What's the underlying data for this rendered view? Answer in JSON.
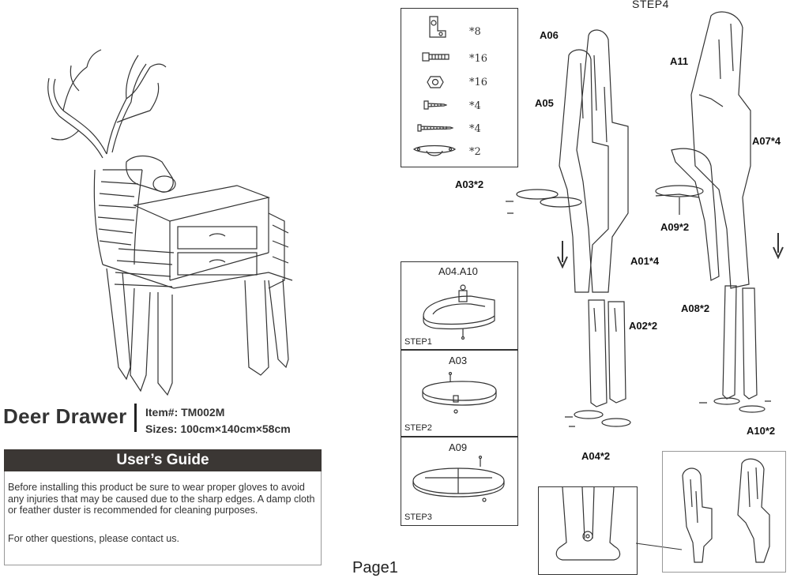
{
  "product": {
    "name": "Deer Drawer",
    "item_line": "Item#: TM002M",
    "sizes_line": "Sizes: 100cm×140cm×58cm"
  },
  "guide": {
    "heading": "User’s Guide",
    "paragraph_1": "Before installing this product be sure to wear proper gloves to avoid any injuries that may be caused due to the sharp edges. A damp cloth or feather duster is recommended for cleaning purposes.",
    "paragraph_2_prefix": "For other questions, please ",
    "contact_link": "contact us",
    "paragraph_2_suffix": "."
  },
  "hardware": [
    {
      "qty": "*8",
      "icon": "l-bracket-icon"
    },
    {
      "qty": "*16",
      "icon": "bolt-icon"
    },
    {
      "qty": "*16",
      "icon": "hex-nut-icon"
    },
    {
      "qty": "*4",
      "icon": "wood-screw-icon"
    },
    {
      "qty": "*4",
      "icon": "long-screw-icon"
    },
    {
      "qty": "*2",
      "icon": "drawer-handle-icon"
    }
  ],
  "steps": [
    {
      "title": "A04.A10",
      "label": "STEP1"
    },
    {
      "title": "A03",
      "label": "STEP2"
    },
    {
      "title": "A09",
      "label": "STEP3"
    }
  ],
  "step4": {
    "title": "STEP4",
    "parts": [
      "A06",
      "A05",
      "A11",
      "A07*4",
      "A03*2",
      "A09*2",
      "A01*4",
      "A08*2",
      "A02*2",
      "A10*2",
      "A04*2"
    ]
  },
  "footer": {
    "page": "Page1"
  }
}
